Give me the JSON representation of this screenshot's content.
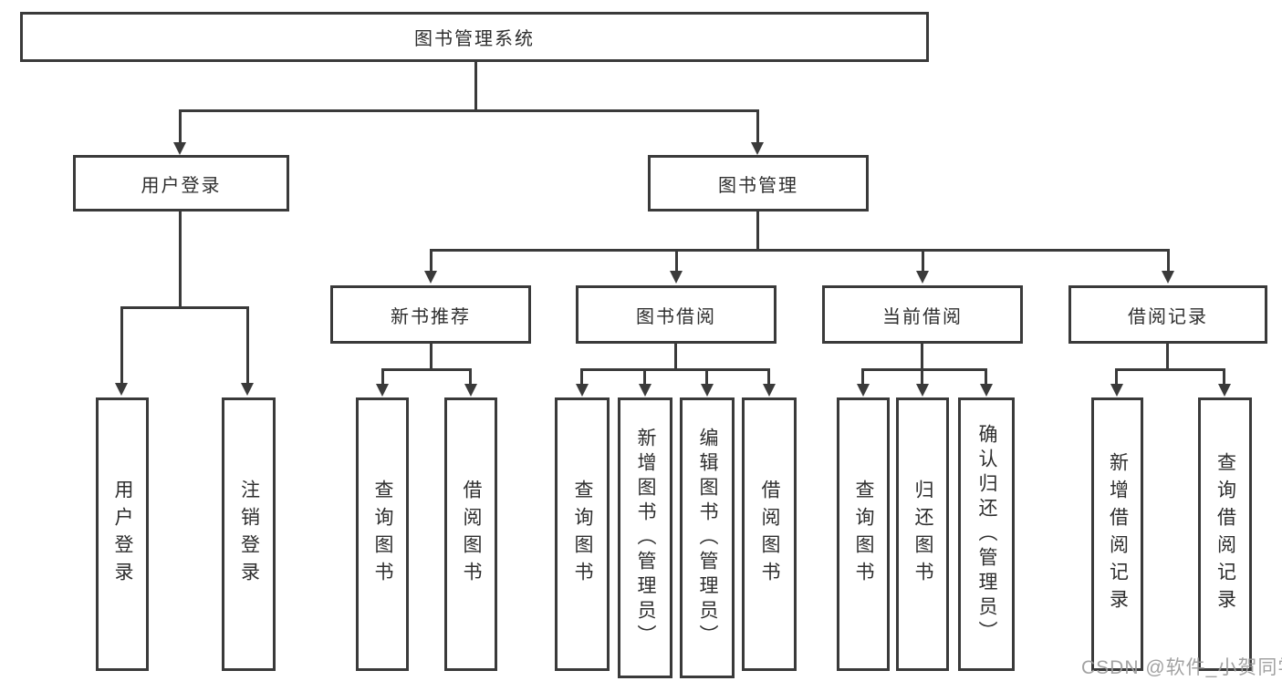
{
  "tree": {
    "root": {
      "label": "图书管理系统",
      "children": [
        {
          "label": "用户登录",
          "children": [
            {
              "label": "用户登录"
            },
            {
              "label": "注销登录"
            }
          ]
        },
        {
          "label": "图书管理",
          "children": [
            {
              "label": "新书推荐",
              "children": [
                {
                  "label": "查询图书"
                },
                {
                  "label": "借阅图书"
                }
              ]
            },
            {
              "label": "图书借阅",
              "children": [
                {
                  "label": "查询图书"
                },
                {
                  "label": "新增图书（管理员）"
                },
                {
                  "label": "编辑图书（管理员）"
                },
                {
                  "label": "借阅图书"
                }
              ]
            },
            {
              "label": "当前借阅",
              "children": [
                {
                  "label": "查询图书"
                },
                {
                  "label": "归还图书"
                },
                {
                  "label": "确认归还（管理员）"
                }
              ]
            },
            {
              "label": "借阅记录",
              "children": [
                {
                  "label": "新增借阅记录"
                },
                {
                  "label": "查询借阅记录"
                }
              ]
            }
          ]
        }
      ]
    }
  },
  "watermark": "CSDN @软件_小贺同学",
  "colors": {
    "line": "#3a3a3a",
    "box_background": "#ffffff",
    "text": "#2e2e2e",
    "watermark": "#9b9b9b",
    "page_background": "#ffffff"
  }
}
